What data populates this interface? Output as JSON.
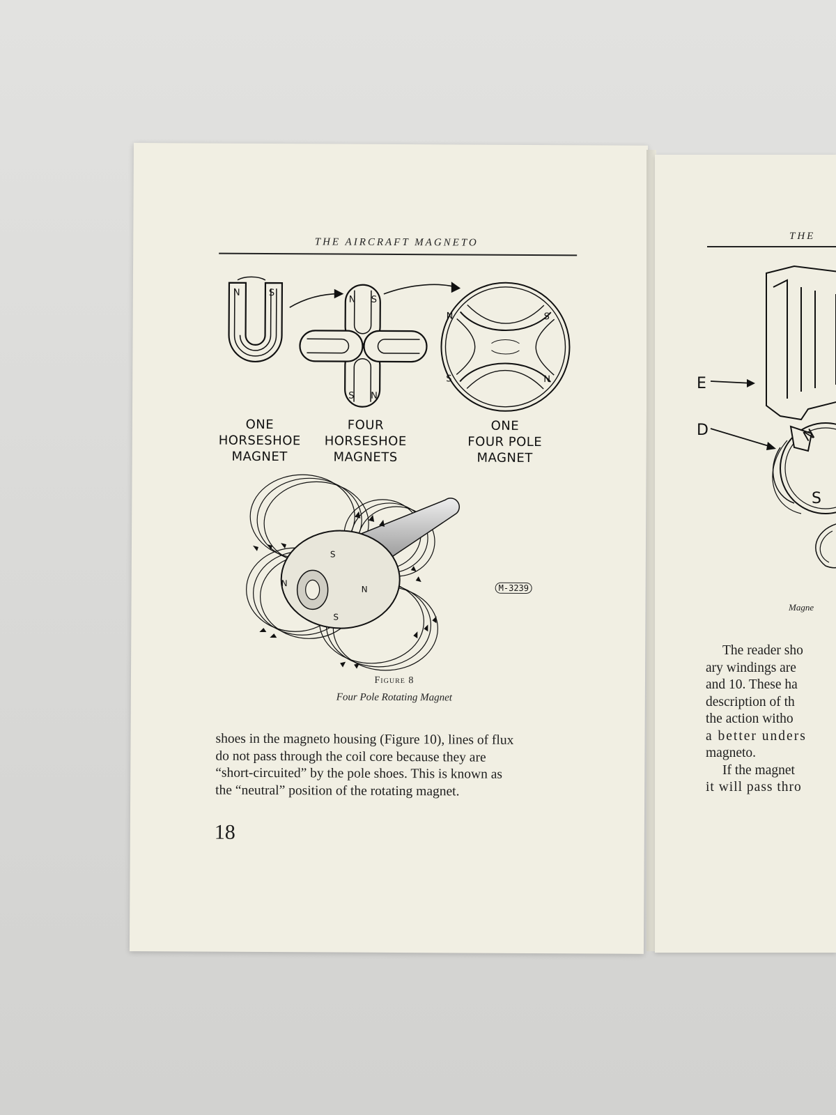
{
  "left_page": {
    "running_head": "THE AIRCRAFT MAGNETO",
    "figure_labels": {
      "one_horseshoe": [
        "ONE",
        "HORSESHOE",
        "MAGNET"
      ],
      "four_horseshoe": [
        "FOUR",
        "HORSESHOE",
        "MAGNETS"
      ],
      "one_four_pole": [
        "ONE",
        "FOUR POLE",
        "MAGNET"
      ]
    },
    "pole_letters": {
      "north": "N",
      "south": "S"
    },
    "figure_code": "M-3239",
    "caption_number": "Figure 8",
    "caption_title": "Four Pole Rotating Magnet",
    "body_lines": [
      "shoes in the magneto housing (Figure 10), lines of flux",
      "do not pass through the coil core because they are",
      "“short-circuited” by the pole shoes. This is known as",
      "the “neutral” position of the rotating magnet."
    ],
    "page_number": "18"
  },
  "right_page": {
    "running_head": "THE",
    "figure_letters": {
      "e": "E",
      "d": "D",
      "n": "N",
      "s": "S"
    },
    "caption_fragment": "Magne",
    "body_lines": [
      "The reader sho",
      "ary windings are",
      "and 10. These ha",
      "description of th",
      "the action witho",
      "a better unders",
      "magneto.",
      "If the magnet",
      "it will pass thro"
    ]
  }
}
